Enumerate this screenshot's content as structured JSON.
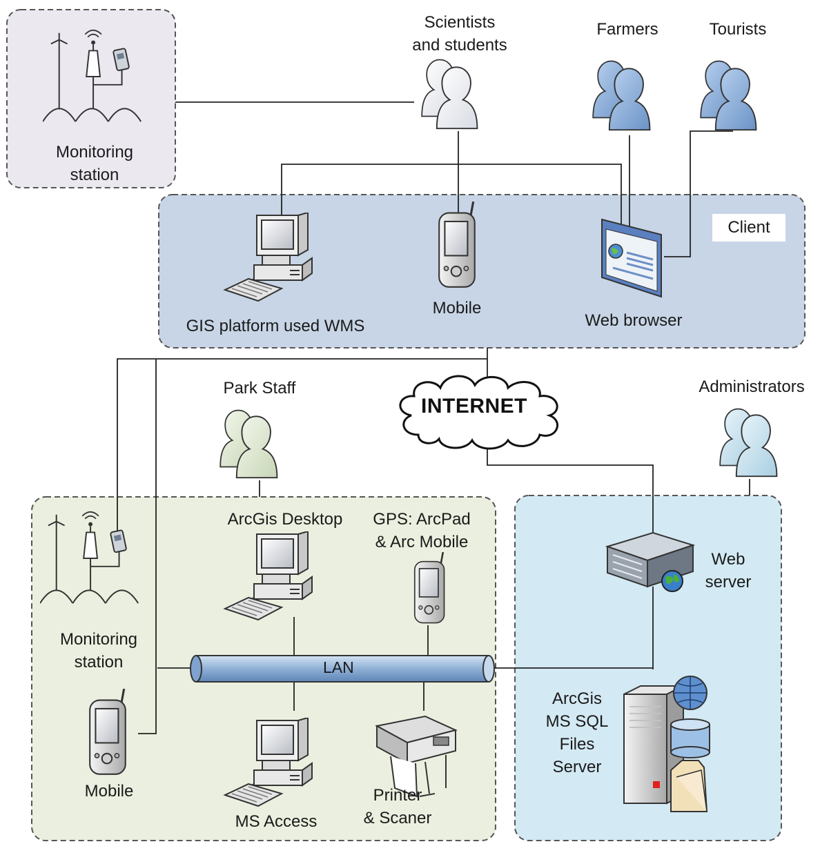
{
  "nodes": {
    "monitoring_station_top": "Monitoring\nstation",
    "scientists": "Scientists\nand students",
    "farmers": "Farmers",
    "tourists": "Tourists",
    "client_zone": "Client",
    "gis_platform": "GIS platform used WMS",
    "mobile_client": "Mobile",
    "web_browser": "Web browser",
    "internet": "INTERNET",
    "park_staff": "Park Staff",
    "administrators": "Administrators",
    "arcgis_desktop": "ArcGis Desktop",
    "gps": "GPS: ArcPad\n& Arc Mobile",
    "monitoring_station_bottom": "Monitoring\nstation",
    "lan": "LAN",
    "mobile_bottom": "Mobile",
    "ms_access": "MS Access",
    "printer": "Printer\n& Scaner",
    "web_server": "Web\nserver",
    "db_server": "ArcGis\nMS SQL\nFiles\nServer"
  },
  "colors": {
    "monitoring_zone": "#ebe8f0",
    "client_zone": "#c7d5e6",
    "lan_zone": "#ebefdf",
    "server_zone": "#d3e9f3",
    "person_blue": "#8aaed8",
    "person_white": "#f2f4f8",
    "person_green": "#e6eedc",
    "person_light": "#cfe6f1"
  }
}
